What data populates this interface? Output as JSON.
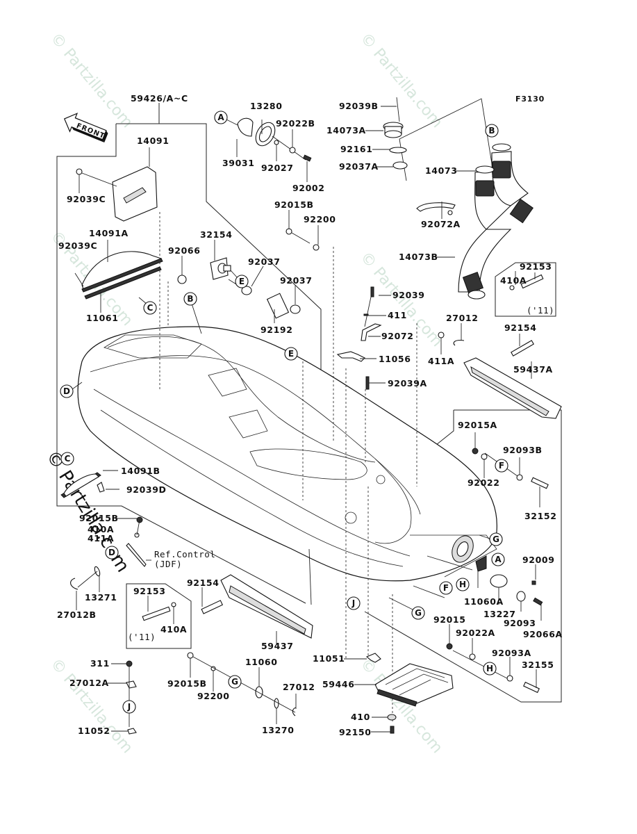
{
  "figure_code": "F3130",
  "front_arrow_label": "FRONT",
  "watermark": "© Partzilla.com",
  "ref_control": {
    "line1": "Ref.Control",
    "line2": "(JDF)"
  },
  "year_note": "('11)",
  "callout_letters": [
    "A",
    "B",
    "C",
    "D",
    "E",
    "F",
    "G",
    "H",
    "J"
  ],
  "parts": {
    "p59426": "59426/A~C",
    "p14091": "14091",
    "p92039C_top": "92039C",
    "p14091A": "14091A",
    "p92039C_mid": "92039C",
    "p11061": "11061",
    "p39031": "39031",
    "p13280": "13280",
    "p92022B": "92022B",
    "p92027": "92027",
    "p92002": "92002",
    "p92039B": "92039B",
    "p14073A": "14073A",
    "p92161": "92161",
    "p92037A": "92037A",
    "p14073": "14073",
    "p92072A": "92072A",
    "p14073B": "14073B",
    "p92015B_top": "92015B",
    "p92200_top": "92200",
    "p32154": "32154",
    "p92066": "92066",
    "p92037_a": "92037",
    "p92037_b": "92037",
    "p92192": "92192",
    "p92153_top": "92153",
    "p410A_top": "410A",
    "p92039": "92039",
    "p411": "411",
    "p92072": "92072",
    "p11056": "11056",
    "p27012_top": "27012",
    "p411A_top": "411A",
    "p92154_top": "92154",
    "p59437A": "59437A",
    "p92039A": "92039A",
    "p92015A": "92015A",
    "p92093B": "92093B",
    "p92022": "92022",
    "p32152": "32152",
    "p14091B": "14091B",
    "p92039D": "92039D",
    "p92015B_left": "92015B",
    "p410A_left": "410A",
    "p411A_left": "411A",
    "p13271": "13271",
    "p27012B": "27012B",
    "p92153_bot": "92153",
    "p410A_bot": "410A",
    "p92154_bot": "92154",
    "p59437": "59437",
    "p92009": "92009",
    "p11060A": "11060A",
    "p13227": "13227",
    "p92093": "92093",
    "p92066A": "92066A",
    "p92015": "92015",
    "p92022A": "92022A",
    "p92093A": "92093A",
    "p32155": "32155",
    "p11051": "11051",
    "p59446": "59446",
    "p410": "410",
    "p92150": "92150",
    "p311": "311",
    "p27012A": "27012A",
    "p11052": "11052",
    "p92015B_bot": "92015B",
    "p92200_bot": "92200",
    "p11060": "11060",
    "p27012_bot": "27012",
    "p13270": "13270"
  }
}
